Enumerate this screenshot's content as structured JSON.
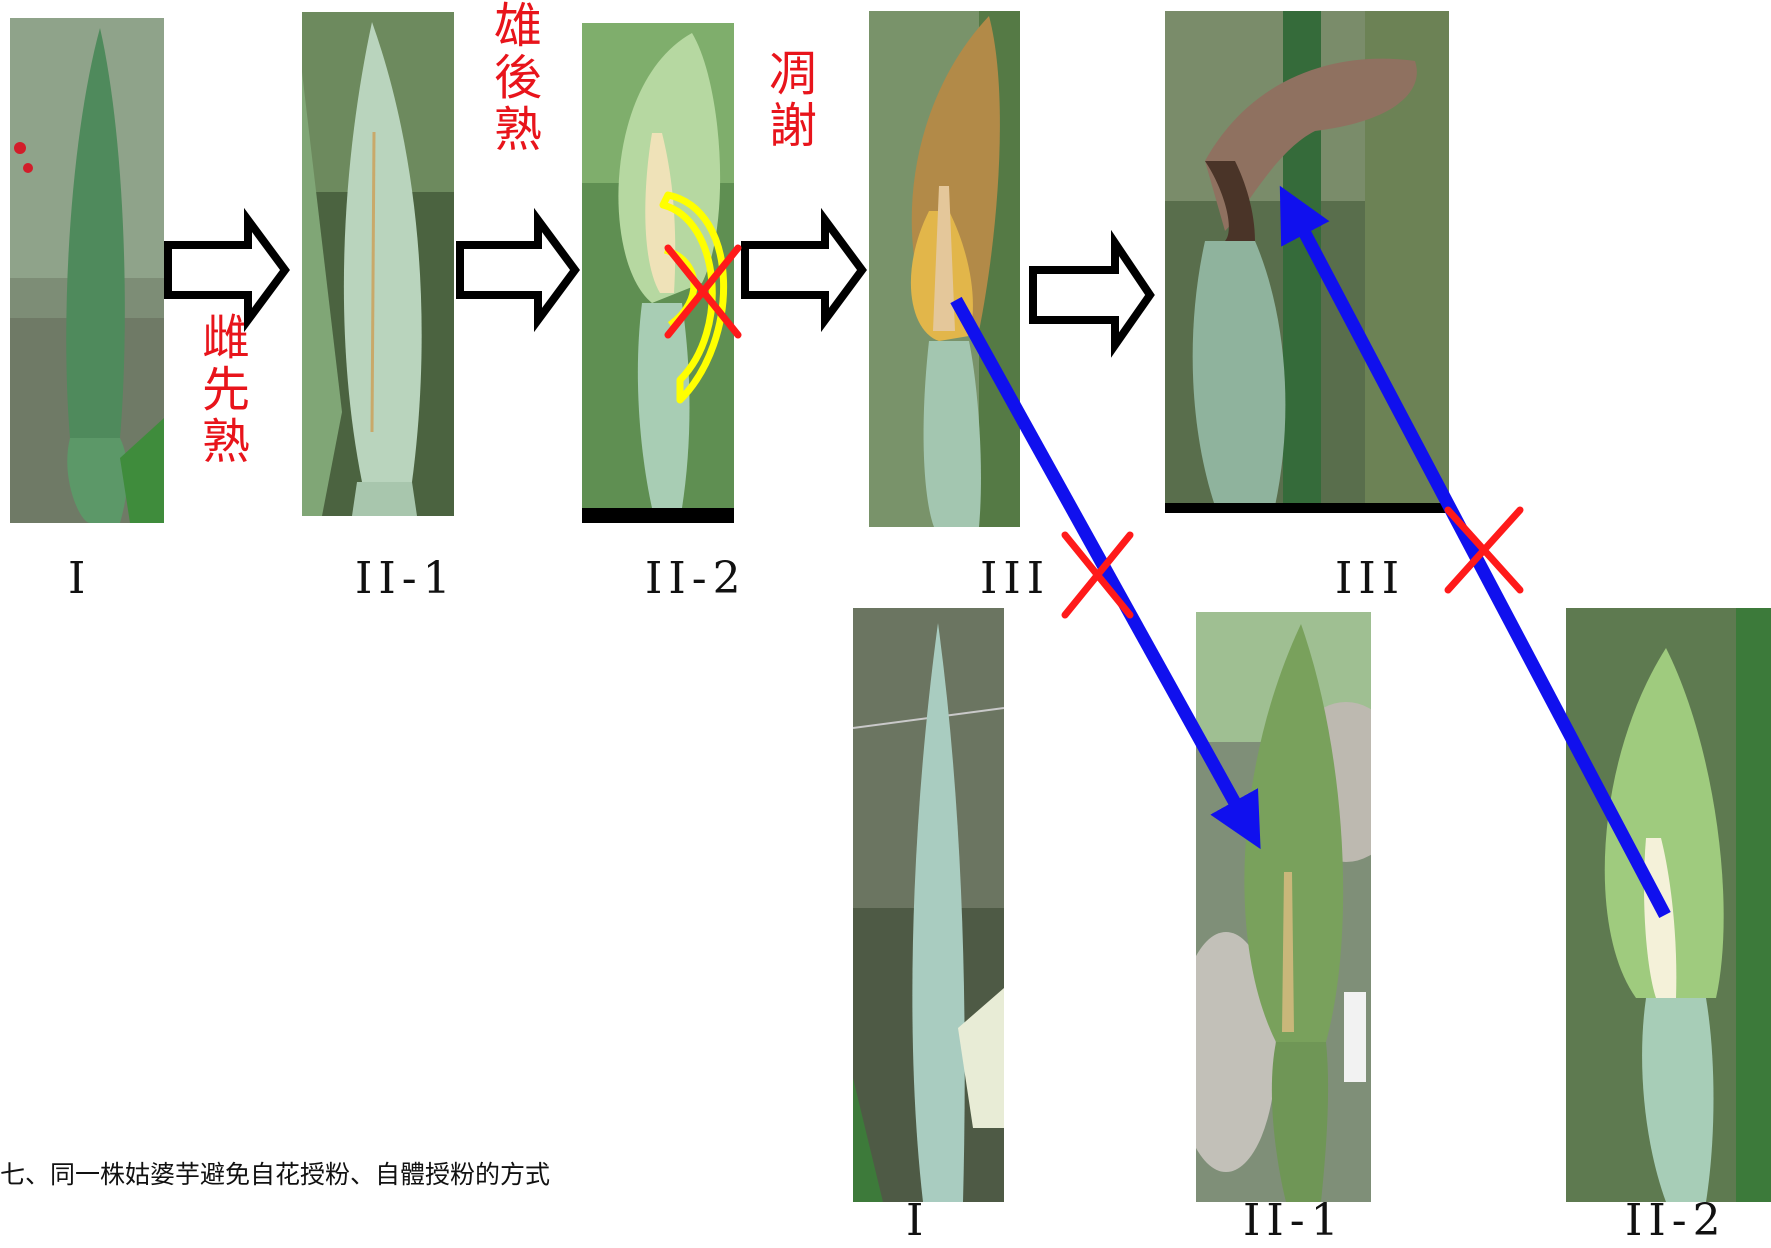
{
  "top_row_labels": [
    "I",
    "II-1",
    "II-2",
    "III",
    "III"
  ],
  "bottom_row_labels": [
    "I",
    "II-1",
    "II-2"
  ],
  "annotations": {
    "female_first": "雌先熟",
    "male_later": "雄後熟",
    "withering": "凋謝"
  },
  "caption": "七、同一株姑婆芋避免自花授粉、自體授粉的方式",
  "colors": {
    "annotation_text": "#e8141b",
    "cross_mark": "#ff1a1a",
    "pollen_path_arrow": "#1010ee",
    "highlight_outline": "#ffff00",
    "flow_arrow_fill": "#ffffff",
    "flow_arrow_stroke": "#000000"
  }
}
